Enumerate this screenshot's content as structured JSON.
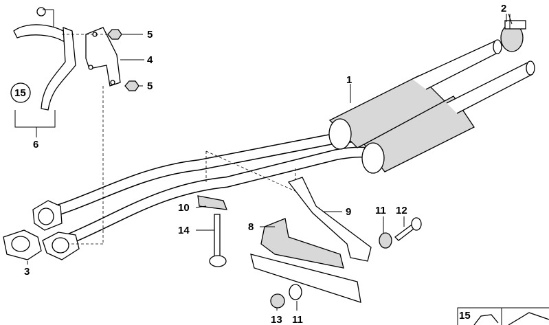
{
  "title": "Exhaust system parts diagram",
  "callouts": [
    {
      "id": "1",
      "label": "1"
    },
    {
      "id": "2",
      "label": "2"
    },
    {
      "id": "3",
      "label": "3"
    },
    {
      "id": "4",
      "label": "4"
    },
    {
      "id": "5a",
      "label": "5"
    },
    {
      "id": "5b",
      "label": "5"
    },
    {
      "id": "6",
      "label": "6"
    },
    {
      "id": "8",
      "label": "8"
    },
    {
      "id": "9",
      "label": "9"
    },
    {
      "id": "10",
      "label": "10"
    },
    {
      "id": "11a",
      "label": "11"
    },
    {
      "id": "11b",
      "label": "11"
    },
    {
      "id": "12",
      "label": "12"
    },
    {
      "id": "13",
      "label": "13"
    },
    {
      "id": "14",
      "label": "14"
    },
    {
      "id": "15a",
      "label": "15"
    },
    {
      "id": "15b",
      "label": "15"
    }
  ]
}
